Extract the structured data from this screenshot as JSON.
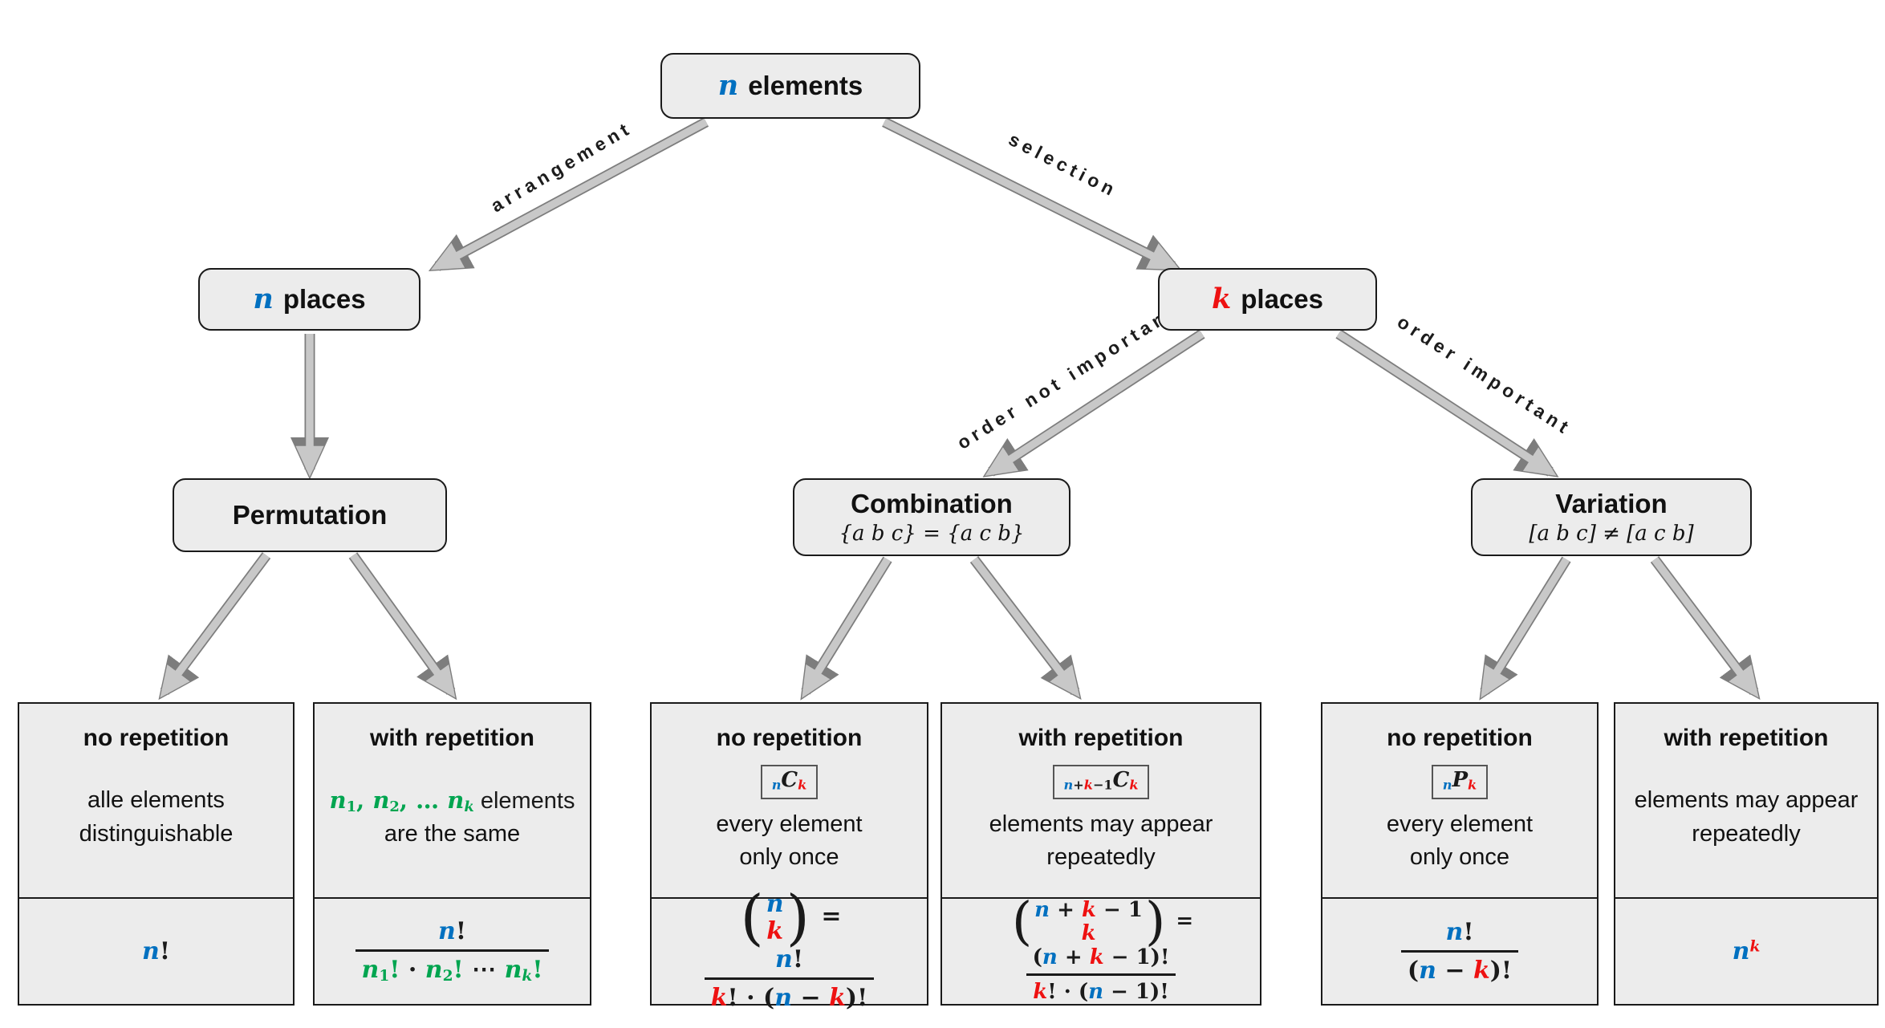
{
  "colors": {
    "blue": "#0070C0",
    "red": "#EE1111",
    "green": "#00A550",
    "box_fill": "#ECECEC",
    "box_border": "#1A1A1A",
    "arrow_fill": "#C8C8C8",
    "arrow_outline": "#7D7D7D"
  },
  "root": {
    "variable": "n",
    "label": "elements"
  },
  "edges": {
    "arrangement": "arrangement",
    "selection": "selection",
    "order_not_important": "order not important",
    "order_important": "order important"
  },
  "nodes": {
    "n_places": {
      "variable": "n",
      "label": "places"
    },
    "k_places": {
      "variable": "k",
      "label": "places"
    },
    "permutation": {
      "title": "Permutation"
    },
    "combination": {
      "title": "Combination",
      "subtitle": "{a b c} = {a c b}"
    },
    "variation": {
      "title": "Variation",
      "subtitle": "[a b c] ≠ [a c b]"
    }
  },
  "leaves": [
    {
      "title": "no repetition",
      "desc_line1": "alle elements",
      "desc_line2": "distinguishable",
      "formula": [
        {
          "t": "n",
          "c": "b",
          "i": 1
        },
        {
          "t": "!"
        }
      ]
    },
    {
      "title": "with repetition",
      "desc_line1_math": [
        {
          "t": "n",
          "c": "g",
          "i": 1
        },
        {
          "t": "1",
          "c": "g",
          "sub": 1
        },
        {
          "t": ", ",
          "c": "g"
        },
        {
          "t": "n",
          "c": "g",
          "i": 1
        },
        {
          "t": "2",
          "c": "g",
          "sub": 1
        },
        {
          "t": ", … ",
          "c": "g"
        },
        {
          "t": "n",
          "c": "g",
          "i": 1
        },
        {
          "t": "k",
          "c": "g",
          "i": 1,
          "sub": 1
        },
        {
          "t": " elements",
          "f": "sans"
        }
      ],
      "desc_line2": "are the same",
      "formula": [
        {
          "type": "frac",
          "num": [
            {
              "t": "n",
              "c": "b",
              "i": 1
            },
            {
              "t": "!"
            }
          ],
          "den": [
            {
              "t": "n",
              "c": "g",
              "i": 1
            },
            {
              "t": "1",
              "c": "g",
              "sub": 1
            },
            {
              "t": "!",
              "c": "g"
            },
            {
              "t": " · "
            },
            {
              "t": "n",
              "c": "g",
              "i": 1
            },
            {
              "t": "2",
              "c": "g",
              "sub": 1
            },
            {
              "t": "!",
              "c": "g"
            },
            {
              "t": " ⋯ "
            },
            {
              "t": "n",
              "c": "g",
              "i": 1
            },
            {
              "t": "k",
              "c": "g",
              "i": 1,
              "sub": 1
            },
            {
              "t": "!",
              "c": "g"
            }
          ]
        }
      ]
    },
    {
      "title": "no repetition",
      "badge": [
        {
          "t": "n",
          "c": "b",
          "i": 1,
          "sub": 1
        },
        {
          "t": "C",
          "i": 1
        },
        {
          "t": "k",
          "c": "r",
          "i": 1,
          "sub": 1
        }
      ],
      "desc_line1": "every element",
      "desc_line2": "only once",
      "formula": [
        {
          "type": "binom",
          "top": [
            {
              "t": "n",
              "c": "b",
              "i": 1
            }
          ],
          "bot": [
            {
              "t": "k",
              "c": "r",
              "i": 1
            }
          ]
        },
        {
          "t": " = "
        },
        {
          "type": "frac",
          "num": [
            {
              "t": "n",
              "c": "b",
              "i": 1
            },
            {
              "t": "!"
            }
          ],
          "den": [
            {
              "t": "k",
              "c": "r",
              "i": 1
            },
            {
              "t": "! · ("
            },
            {
              "t": "n",
              "c": "b",
              "i": 1
            },
            {
              "t": " − "
            },
            {
              "t": "k",
              "c": "r",
              "i": 1
            },
            {
              "t": ")!"
            }
          ]
        }
      ]
    },
    {
      "title": "with repetition",
      "badge": [
        {
          "t": "n",
          "c": "b",
          "i": 1,
          "sub": 1
        },
        {
          "t": "+",
          "sub": 1
        },
        {
          "t": "k",
          "c": "r",
          "i": 1,
          "sub": 1
        },
        {
          "t": "−1",
          "sub": 1
        },
        {
          "t": "C",
          "i": 1
        },
        {
          "t": "k",
          "c": "r",
          "i": 1,
          "sub": 1
        }
      ],
      "desc_line1": "elements may appear",
      "desc_line2": "repeatedly",
      "formula": [
        {
          "type": "binom",
          "top": [
            {
              "t": "n",
              "c": "b",
              "i": 1
            },
            {
              "t": " + "
            },
            {
              "t": "k",
              "c": "r",
              "i": 1
            },
            {
              "t": " − 1"
            }
          ],
          "bot": [
            {
              "t": "k",
              "c": "r",
              "i": 1
            }
          ]
        },
        {
          "t": " = "
        },
        {
          "type": "frac",
          "num": [
            {
              "t": "("
            },
            {
              "t": "n",
              "c": "b",
              "i": 1
            },
            {
              "t": " + "
            },
            {
              "t": "k",
              "c": "r",
              "i": 1
            },
            {
              "t": " − 1)!"
            }
          ],
          "den": [
            {
              "t": "k",
              "c": "r",
              "i": 1
            },
            {
              "t": "! · ("
            },
            {
              "t": "n",
              "c": "b",
              "i": 1
            },
            {
              "t": " − 1)!"
            }
          ]
        }
      ]
    },
    {
      "title": "no repetition",
      "badge": [
        {
          "t": "n",
          "c": "b",
          "i": 1,
          "sub": 1
        },
        {
          "t": "P",
          "i": 1
        },
        {
          "t": "k",
          "c": "r",
          "i": 1,
          "sub": 1
        }
      ],
      "desc_line1": "every element",
      "desc_line2": "only once",
      "formula": [
        {
          "type": "frac",
          "num": [
            {
              "t": "n",
              "c": "b",
              "i": 1
            },
            {
              "t": "!"
            }
          ],
          "den": [
            {
              "t": "("
            },
            {
              "t": "n",
              "c": "b",
              "i": 1
            },
            {
              "t": " − "
            },
            {
              "t": "k",
              "c": "r",
              "i": 1
            },
            {
              "t": ")!"
            }
          ]
        }
      ]
    },
    {
      "title": "with repetition",
      "desc_line1": "elements may appear",
      "desc_line2": "repeatedly",
      "formula": [
        {
          "t": "n",
          "c": "b",
          "i": 1
        },
        {
          "t": "k",
          "c": "r",
          "i": 1,
          "sup": 1
        }
      ]
    }
  ]
}
